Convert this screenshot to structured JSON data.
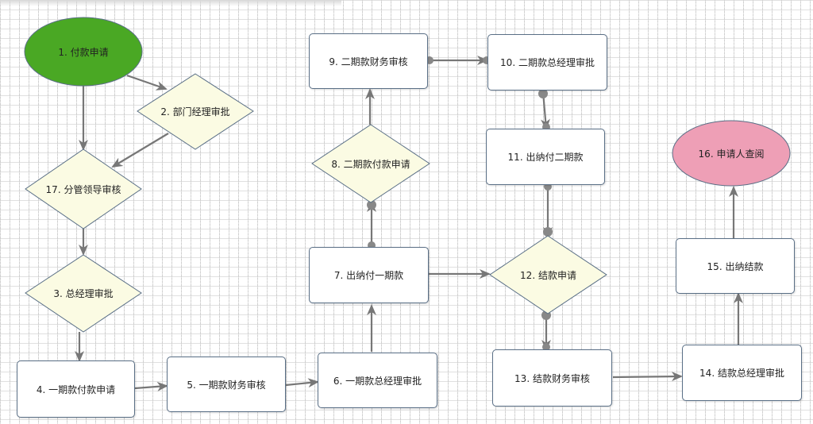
{
  "colors": {
    "start_fill": "#4aa824",
    "end_fill": "#ee9fb6",
    "decision_fill": "#fbfbe3",
    "box_fill": "#ffffff",
    "border": "#5a6f86",
    "arrow": "#777777"
  },
  "nodes": {
    "n1": "1. 付款申请",
    "n2": "2. 部门经理审批",
    "n17": "17. 分管领导审核",
    "n3": "3. 总经理审批",
    "n4": "4. 一期款付款申请",
    "n5": "5. 一期款财务审核",
    "n6": "6. 一期款总经理审批",
    "n7": "7. 出纳付一期款",
    "n8": "8. 二期款付款申请",
    "n9": "9. 二期款财务审核",
    "n10": "10. 二期款总经理审批",
    "n11": "11. 出纳付二期款",
    "n12": "12. 结款申请",
    "n13": "13. 结款财务审核",
    "n14": "14. 结款总经理审批",
    "n15": "15. 出纳结款",
    "n16": "16. 申请人查阅"
  }
}
